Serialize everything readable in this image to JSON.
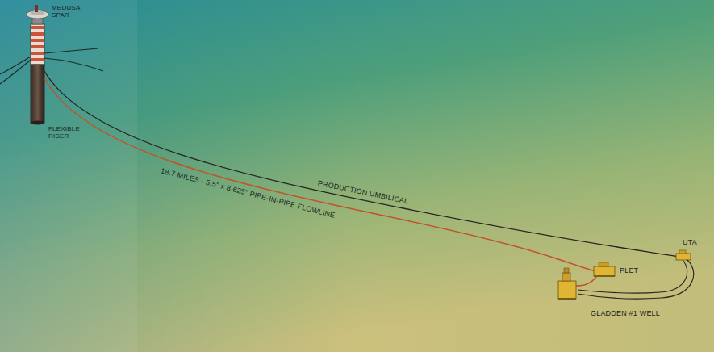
{
  "diagram": {
    "labels": [
      "MEDUSA SPAR",
      "FLEXIBLE RISER",
      "PRODUCTION UMBILICAL",
      "18.7 MILES - 5.5\" x 8.625\" PIPE-IN-PIPE FLOWLINE",
      "PLET",
      "UTA",
      "GLADDEN #1 WELL"
    ]
  }
}
